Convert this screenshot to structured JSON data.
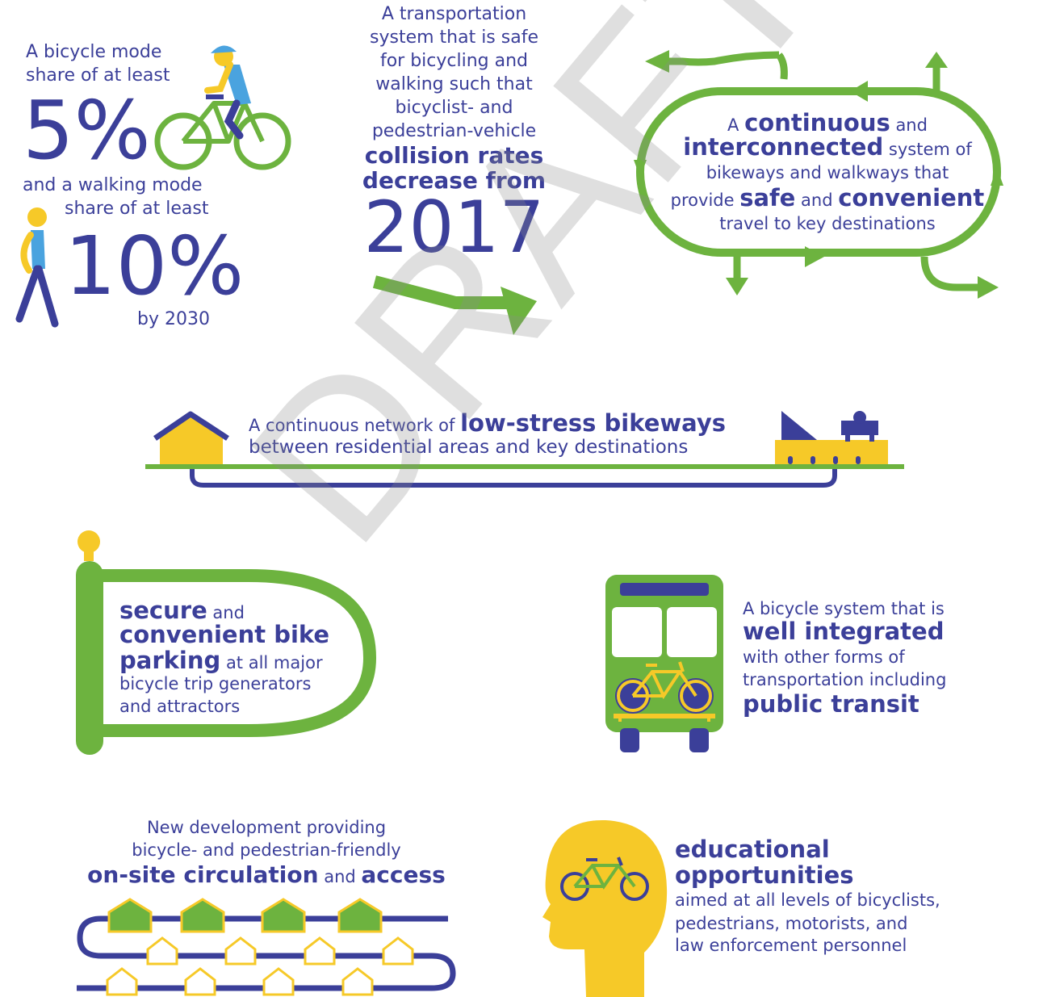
{
  "goal_mode_share": {
    "line1": "A bicycle mode",
    "line2": "share of at least",
    "bike_value": "5%",
    "line3": "and a walking mode",
    "line4": "share of at least",
    "walk_value": "10%",
    "by_year": "by 2030"
  },
  "goal_safety": {
    "l1": "A transportation",
    "l2": "system that is safe",
    "l3": "for bicycling and",
    "l4": "walking such that",
    "l5": "bicyclist- and",
    "l6": "pedestrian-vehicle",
    "l7": "collision rates",
    "l8": "decrease from",
    "year": "2017"
  },
  "goal_connected": {
    "a1": "A ",
    "a2": "continuous",
    "a3": " and",
    "b1": "interconnected",
    "b2": " system of",
    "c1": "bikeways and walkways that",
    "d1": "provide ",
    "d2": "safe",
    "d3": " and ",
    "d4": "convenient",
    "e1": "travel to key destinations"
  },
  "goal_network": {
    "a1": "A continuous network of ",
    "a2": "low-stress bikeways",
    "b1": "between residential areas and key destinations"
  },
  "goal_parking": {
    "a1": "secure",
    "a2": " and",
    "b1": "convenient bike",
    "c1": "parking",
    "c2": " at all major",
    "d1": "bicycle trip generators",
    "e1": "and attractors"
  },
  "goal_transit": {
    "a1": "A bicycle system that is",
    "b1": "well integrated",
    "c1": "with other forms of",
    "d1": "transportation including",
    "e1": "public transit"
  },
  "goal_development": {
    "a1": "New development providing",
    "b1": "bicycle- and pedestrian-friendly",
    "c1": "on-site circulation",
    "c2": " and ",
    "c3": "access"
  },
  "goal_education": {
    "a1": "educational",
    "b1": "opportunities",
    "c1": "aimed at all levels of bicyclists,",
    "d1": "pedestrians, motorists, and",
    "e1": "law enforcement personnel"
  },
  "watermark": "DRAFT",
  "colors": {
    "text": "#3b3f99",
    "green": "#6db33f",
    "yellow": "#f6c928",
    "blue": "#3b3f99",
    "light_blue": "#4aa3df"
  }
}
